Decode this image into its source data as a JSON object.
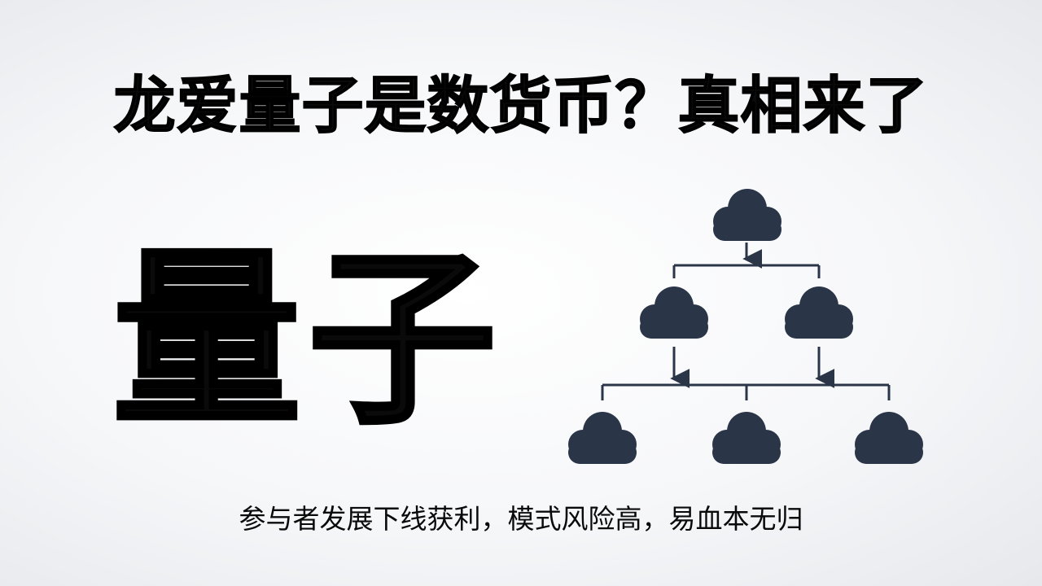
{
  "headline": "龙爱量子是数货币？真相来了",
  "big_word": "量子",
  "caption": "参与者发展下线获利，模式风险高，易血本无归",
  "colors": {
    "node_fill": "#2b3548",
    "line": "#2b3548",
    "text": "#0a0a0a"
  },
  "diagram": {
    "icon": "cloud-icon",
    "levels": [
      1,
      2,
      3
    ]
  }
}
